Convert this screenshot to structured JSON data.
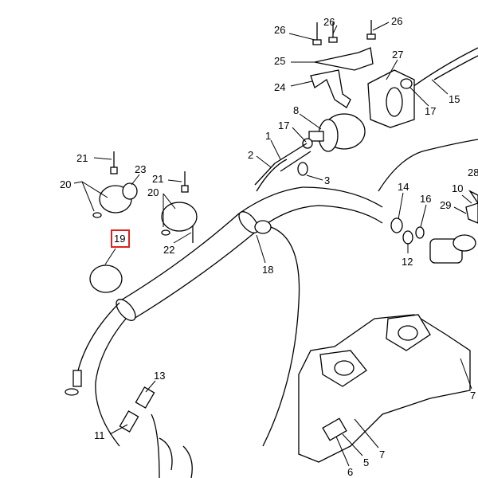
{
  "diagram": {
    "highlight_color": "#e02020",
    "highlighted_callout": "19",
    "callouts": [
      {
        "id": "bolt-26a",
        "text": "26"
      },
      {
        "id": "bolt-26b",
        "text": "26"
      },
      {
        "id": "bolt-26c",
        "text": "26"
      },
      {
        "id": "plate-25",
        "text": "25"
      },
      {
        "id": "bracket-27",
        "text": "27"
      },
      {
        "id": "bracket-24",
        "text": "24"
      },
      {
        "id": "hose-15",
        "text": "15"
      },
      {
        "id": "clip-17a",
        "text": "17"
      },
      {
        "id": "filter-8",
        "text": "8"
      },
      {
        "id": "clip-17b",
        "text": "17"
      },
      {
        "id": "hose-1",
        "text": "1"
      },
      {
        "id": "hose-2",
        "text": "2"
      },
      {
        "id": "clip-3",
        "text": "3"
      },
      {
        "id": "bolt-21a",
        "text": "21"
      },
      {
        "id": "clamp-23",
        "text": "23"
      },
      {
        "id": "clamp-20a",
        "text": "20"
      },
      {
        "id": "bolt-21b",
        "text": "21"
      },
      {
        "id": "clamp-20b",
        "text": "20"
      },
      {
        "id": "bolt-22",
        "text": "22"
      },
      {
        "id": "clamp-19",
        "text": "19"
      },
      {
        "id": "hose-18",
        "text": "18"
      },
      {
        "id": "clamp-14",
        "text": "14"
      },
      {
        "id": "clamp-16",
        "text": "16"
      },
      {
        "id": "part-10",
        "text": "10"
      },
      {
        "id": "part-28",
        "text": "28"
      },
      {
        "id": "part-29",
        "text": "29"
      },
      {
        "id": "clamp-12",
        "text": "12"
      },
      {
        "id": "hose-13",
        "text": "13"
      },
      {
        "id": "hose-11",
        "text": "11"
      },
      {
        "id": "hose-5",
        "text": "5"
      },
      {
        "id": "hose-6",
        "text": "6"
      },
      {
        "id": "clip-7a",
        "text": "7"
      },
      {
        "id": "clip-7b",
        "text": "7"
      }
    ]
  }
}
